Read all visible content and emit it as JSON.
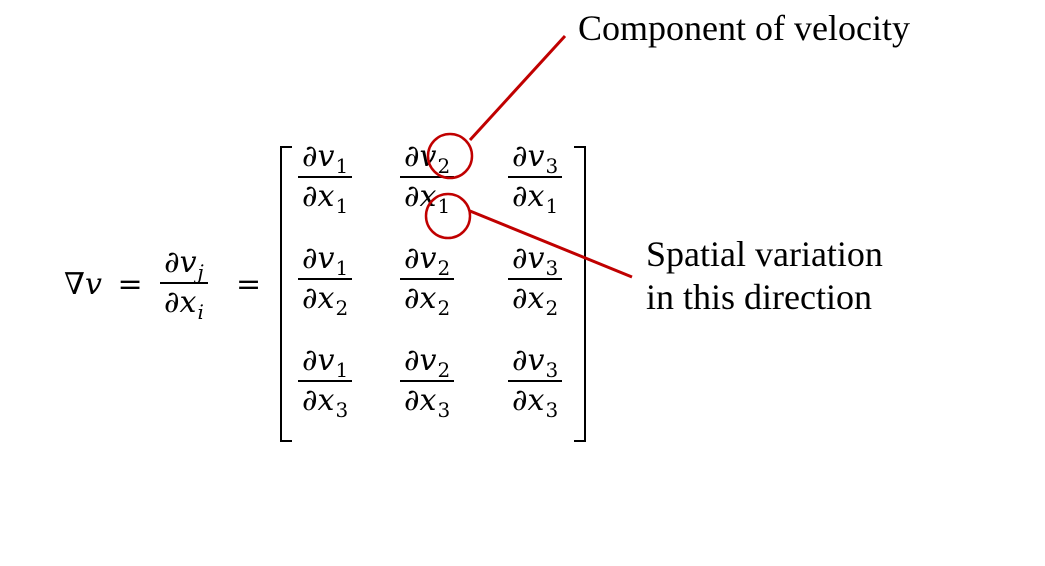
{
  "equation": {
    "lhs": {
      "nabla": "∇",
      "v": "v",
      "equals": "=",
      "num": {
        "d": "∂",
        "var": "v",
        "sub": "j"
      },
      "den": {
        "d": "∂",
        "var": "x",
        "sub": "i"
      },
      "equals2": "="
    },
    "matrix": [
      [
        {
          "nv": "v",
          "ns": "1",
          "dv": "x",
          "ds": "1"
        },
        {
          "nv": "v",
          "ns": "2",
          "dv": "x",
          "ds": "1"
        },
        {
          "nv": "v",
          "ns": "3",
          "dv": "x",
          "ds": "1"
        }
      ],
      [
        {
          "nv": "v",
          "ns": "1",
          "dv": "x",
          "ds": "2"
        },
        {
          "nv": "v",
          "ns": "2",
          "dv": "x",
          "ds": "2"
        },
        {
          "nv": "v",
          "ns": "3",
          "dv": "x",
          "ds": "2"
        }
      ],
      [
        {
          "nv": "v",
          "ns": "1",
          "dv": "x",
          "ds": "3"
        },
        {
          "nv": "v",
          "ns": "2",
          "dv": "x",
          "ds": "3"
        },
        {
          "nv": "v",
          "ns": "3",
          "dv": "x",
          "ds": "3"
        }
      ]
    ],
    "partial_symbol": "∂"
  },
  "annotations": {
    "component": "Component of velocity",
    "spatial_line1": "Spatial variation",
    "spatial_line2": "in this direction"
  },
  "colors": {
    "highlight": "#c00000",
    "text": "#000000"
  }
}
